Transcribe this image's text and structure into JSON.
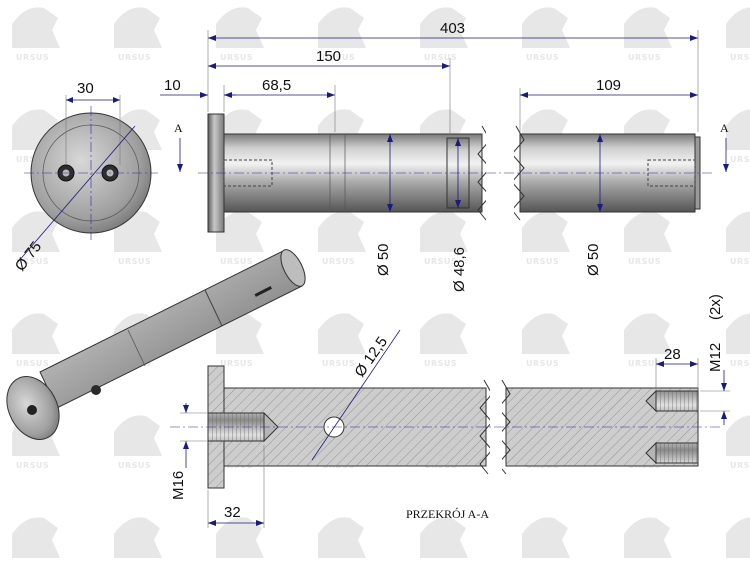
{
  "watermark": "URSUS",
  "dimensions": {
    "total_length": "403",
    "length_150": "150",
    "flange_10": "10",
    "length_68_5": "68,5",
    "right_109": "109",
    "hole_spacing_30": "30",
    "flange_dia": "Ø 75",
    "dia_50_left": "Ø 50",
    "dia_48_6": "Ø 48,6",
    "dia_50_right": "Ø 50",
    "cross_hole_dia": "Ø 12,5",
    "thread_m16": "M16",
    "depth_32": "32",
    "depth_28": "28",
    "thread_m12": "M12",
    "count_2x": "(2x)"
  },
  "section_marks": {
    "left": "A",
    "right": "A"
  },
  "caption": "PRZEKRÓJ A-A",
  "colors": {
    "dimension_line": "#1a1a80",
    "steel_light": "#e8e8e8",
    "steel_dark": "#6a6a6a",
    "hatch": "#9a9a9a",
    "watermark": "#e7e7e7"
  }
}
